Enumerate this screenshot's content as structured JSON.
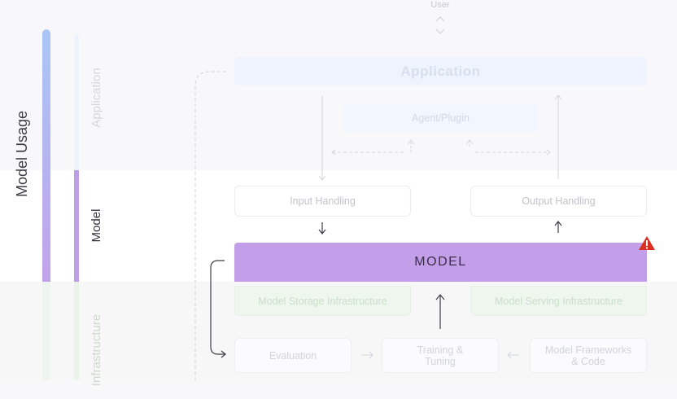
{
  "side": {
    "title": "Model Usage",
    "layers": [
      "Application",
      "Model",
      "Infrastructure"
    ]
  },
  "top": {
    "user": "User"
  },
  "application": {
    "title": "Application",
    "agent": "Agent/Plugin"
  },
  "model_layer": {
    "input": "Input Handling",
    "output": "Output Handling",
    "model": "MODEL"
  },
  "infrastructure": {
    "storage": "Model Storage Infrastructure",
    "serving": "Model Serving Infrastructure",
    "evaluation": "Evaluation",
    "training": "Training &\nTuning",
    "frameworks": "Model Frameworks\n& Code"
  },
  "colors": {
    "model_fill": "#c39fe9",
    "bar_top": "#a9c6f7",
    "bar_bottom": "#c2a3ea",
    "warning": "#d93025"
  },
  "icons": {
    "warning": "warning-triangle-icon"
  }
}
